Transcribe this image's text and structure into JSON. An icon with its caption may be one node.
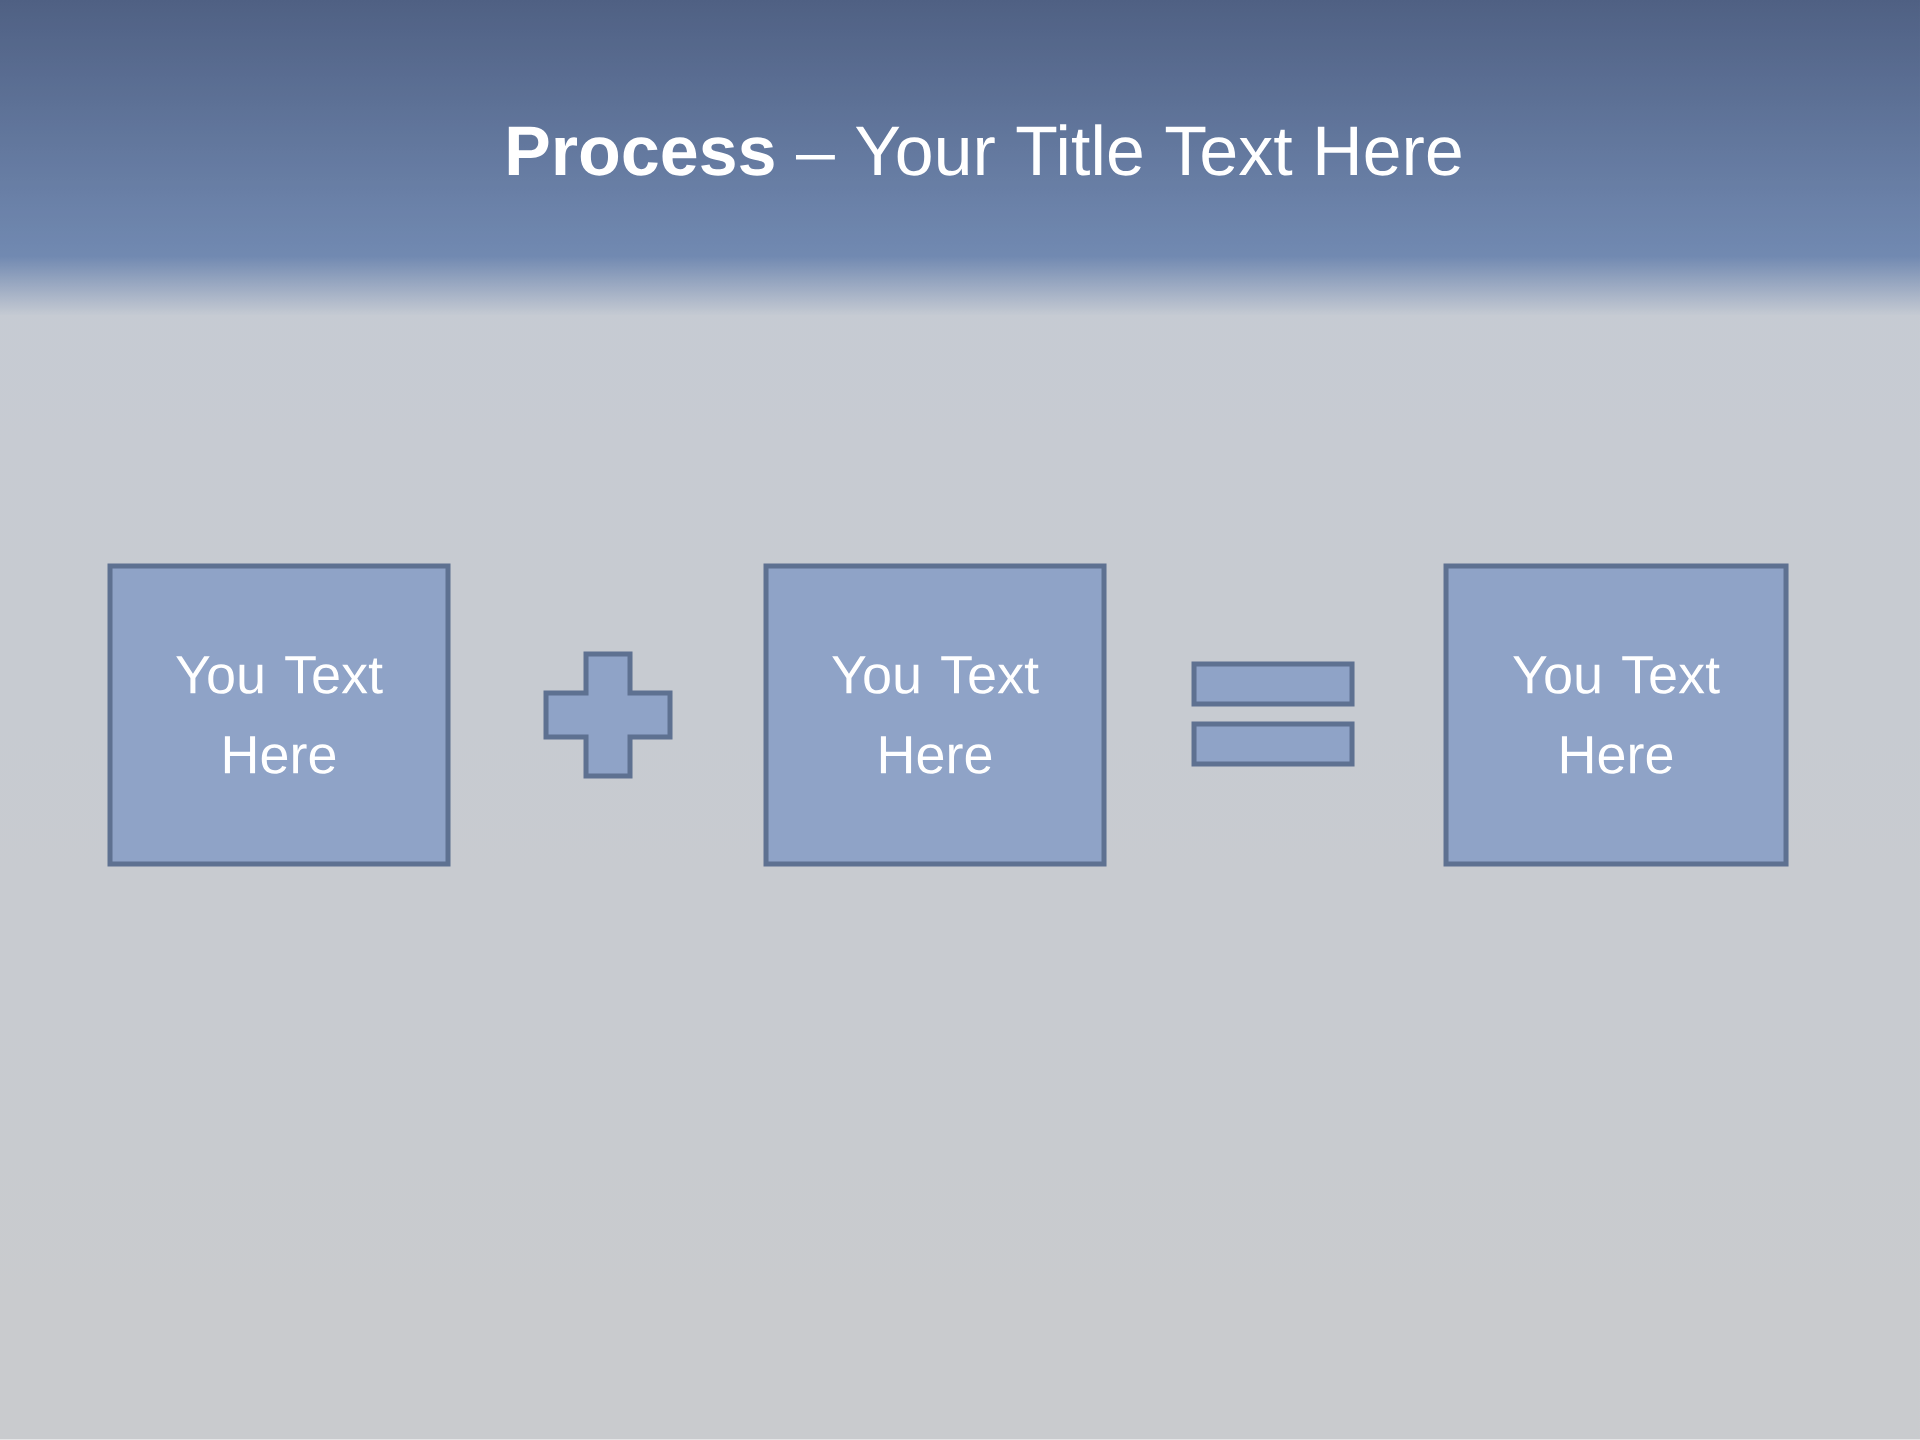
{
  "diagram": {
    "title": "**Process** – Your Title Text Here",
    "nodes": [
      {
        "text": [
          "You Text Here"
        ]
      },
      {
        "text": [],
        "shape": "plus"
      },
      {
        "text": [
          "You Text Here"
        ]
      },
      {
        "text": [],
        "shape": "equals"
      },
      {
        "text": [
          "You Text Here"
        ]
      }
    ]
  }
}
